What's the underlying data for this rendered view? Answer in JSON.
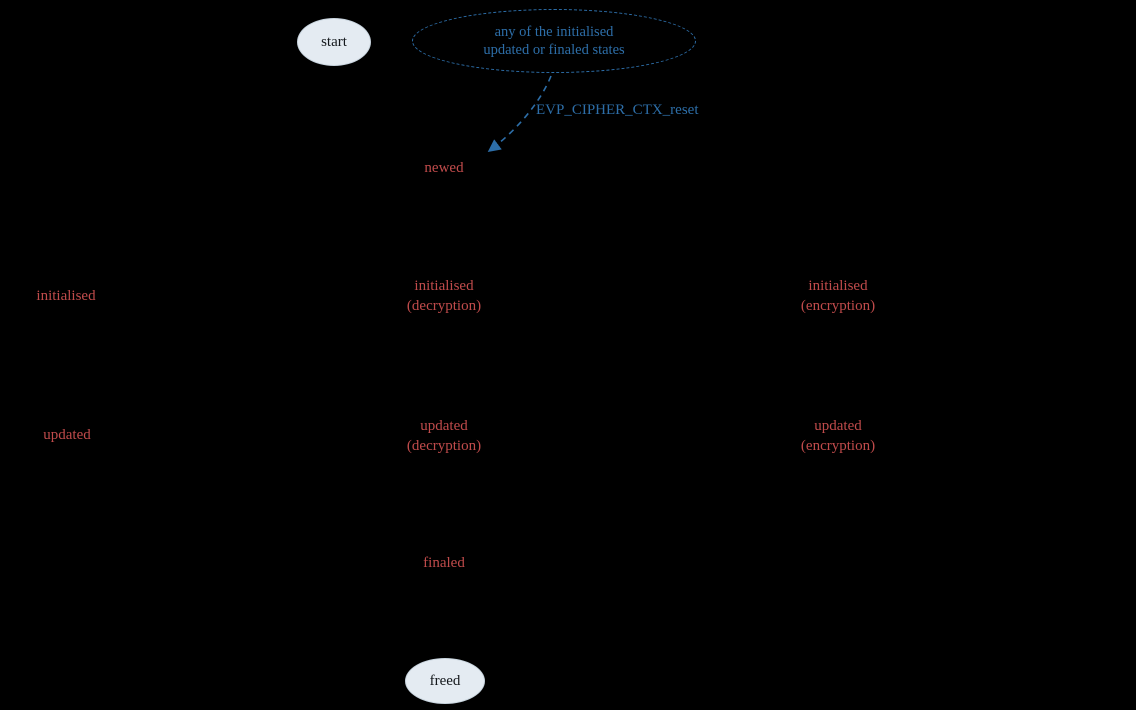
{
  "colors": {
    "background": "#000000",
    "state_text": "#c04b4b",
    "note_blue": "#2d6ea8",
    "terminal_fill": "#e4ebf2",
    "terminal_text": "#14181c"
  },
  "terminals": {
    "start": {
      "label": "start"
    },
    "freed": {
      "label": "freed"
    }
  },
  "note": {
    "line1": "any of the initialised",
    "line2": "updated or finaled states"
  },
  "edges": {
    "reset": {
      "label": "EVP_CIPHER_CTX_reset"
    }
  },
  "states": {
    "newed": {
      "label": "newed"
    },
    "initialised": {
      "label": "initialised"
    },
    "initialised_decryption": {
      "line1": "initialised",
      "line2": "(decryption)"
    },
    "initialised_encryption": {
      "line1": "initialised",
      "line2": "(encryption)"
    },
    "updated": {
      "label": "updated"
    },
    "updated_decryption": {
      "line1": "updated",
      "line2": "(decryption)"
    },
    "updated_encryption": {
      "line1": "updated",
      "line2": "(encryption)"
    },
    "finaled": {
      "label": "finaled"
    }
  }
}
